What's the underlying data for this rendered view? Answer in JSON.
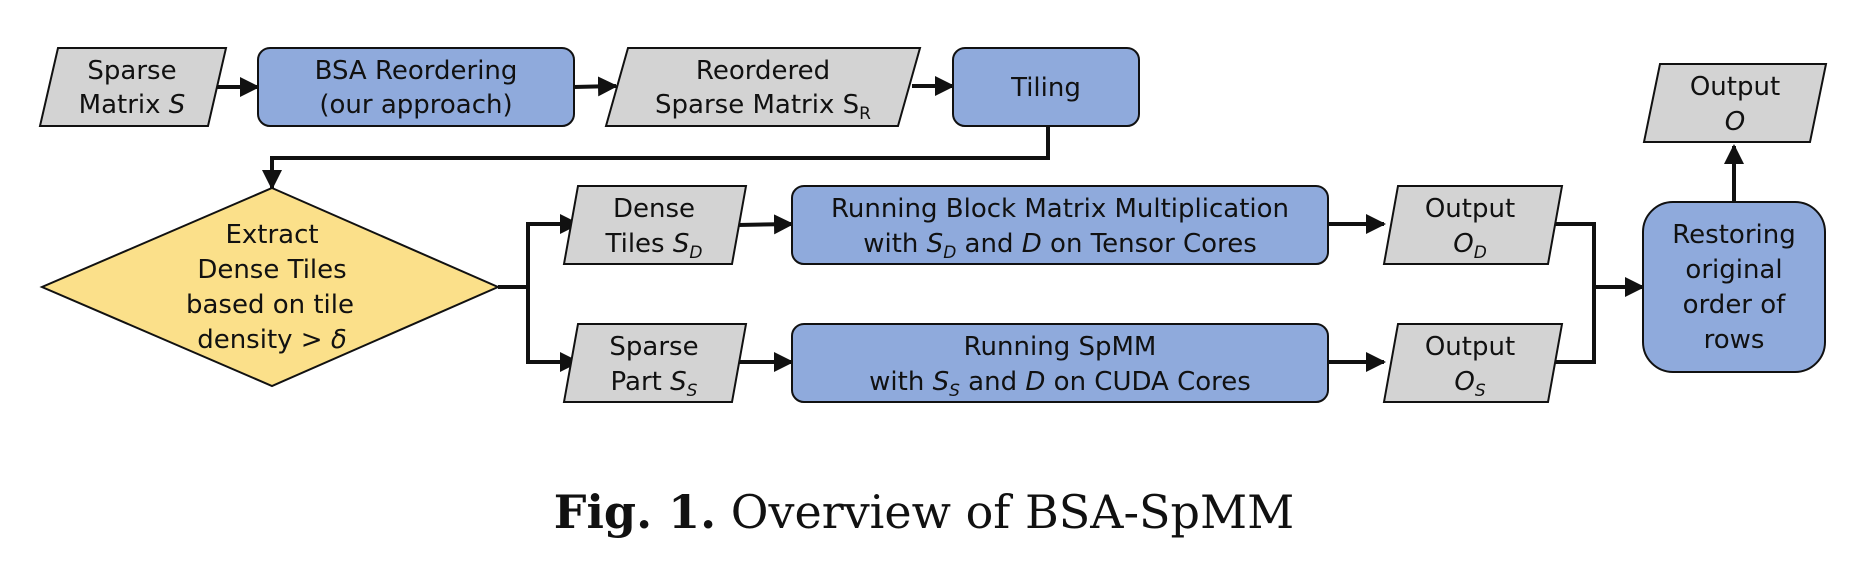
{
  "colors": {
    "io": "#d3d3d3",
    "process": "#8faadc",
    "decision": "#fbe08a",
    "stroke": "#111111"
  },
  "nodes": {
    "sparse_matrix": {
      "line1": "Sparse",
      "line2": "Matrix",
      "var": "S"
    },
    "bsa_reordering": {
      "line1": "BSA Reordering",
      "line2": "(our approach)"
    },
    "reordered": {
      "line1": "Reordered",
      "line2": "Sparse Matrix S",
      "sub": "R"
    },
    "tiling": {
      "label": "Tiling"
    },
    "extract": {
      "line1": "Extract",
      "line2": "Dense Tiles",
      "line3": "based on tile",
      "line4": "density >",
      "delta": "δ"
    },
    "dense_tiles": {
      "line1": "Dense",
      "line2": "Tiles",
      "var": "S",
      "sub": "D"
    },
    "sparse_part": {
      "line1": "Sparse",
      "line2": "Part",
      "var": "S",
      "sub": "S"
    },
    "block_mm": {
      "line1": "Running Block Matrix Multiplication",
      "pre": "with",
      "var": "S",
      "sub": "D",
      "and": "and",
      "d": "D",
      "post": "on Tensor Cores"
    },
    "spmm": {
      "line1": "Running SpMM",
      "pre": "with",
      "var": "S",
      "sub": "S",
      "and": "and",
      "d": "D",
      "post": "on CUDA Cores"
    },
    "output_d": {
      "line1": "Output",
      "var": "O",
      "sub": "D"
    },
    "output_s": {
      "line1": "Output",
      "var": "O",
      "sub": "S"
    },
    "restoring": {
      "line1": "Restoring",
      "line2": "original",
      "line3": "order of",
      "line4": "rows"
    },
    "output": {
      "line1": "Output",
      "var": "O"
    }
  },
  "caption": {
    "label": "Fig. 1.",
    "text": "Overview of BSA-SpMM"
  }
}
